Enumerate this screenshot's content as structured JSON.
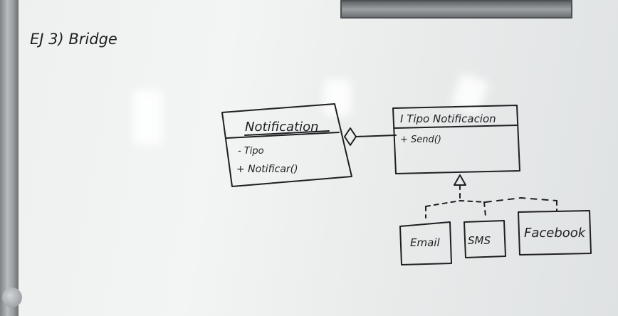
{
  "board": {
    "title": "EJ 3) Bridge"
  },
  "diagram": {
    "notification": {
      "name": "Notification",
      "attribute": "- Tipo",
      "method": "+ Notificar()"
    },
    "interface": {
      "name": "I Tipo Notificacion",
      "method": "+ Send()"
    },
    "implementations": [
      {
        "name": "Email"
      },
      {
        "name": "SMS"
      },
      {
        "name": "Facebook"
      }
    ]
  }
}
